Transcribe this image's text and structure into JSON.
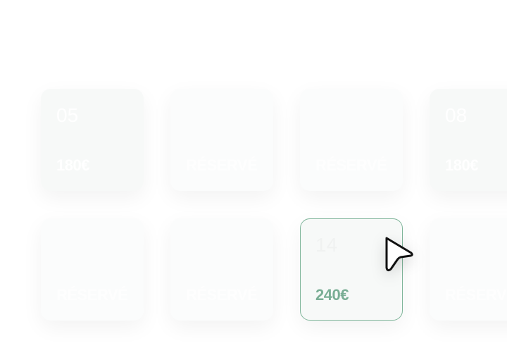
{
  "cards": [
    {
      "number": "05",
      "label": "180€"
    },
    {
      "number": "",
      "label": "RÉSERVÉ"
    },
    {
      "number": "",
      "label": "RÉSERVÉ"
    },
    {
      "number": "08",
      "label": "180€"
    },
    {
      "number": "",
      "label": "RÉSERVÉ"
    },
    {
      "number": "",
      "label": "RÉSERVÉ"
    },
    {
      "number": "14",
      "label": "240€"
    },
    {
      "number": "",
      "label": "RÉSERVÉ"
    }
  ],
  "selected_index": 6,
  "colors": {
    "accent": "#7fb59a",
    "accent_text": "#7aae95"
  }
}
